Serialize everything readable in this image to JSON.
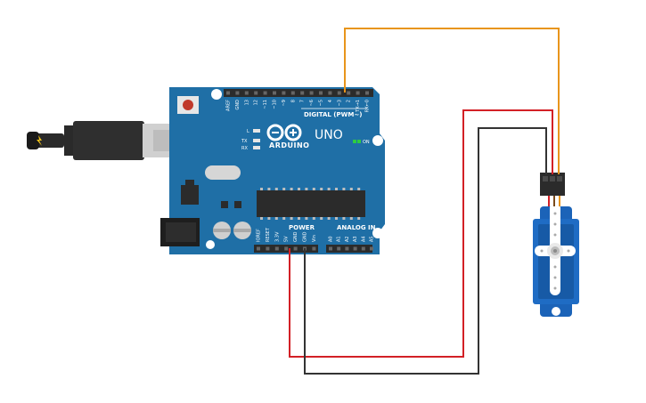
{
  "board": {
    "brand": "ARDUINO",
    "model": "UNO",
    "on_label": "ON",
    "led_l": "L",
    "led_tx": "TX",
    "led_rx": "RX",
    "digital_header": "DIGITAL (PWM~)",
    "power_header": "POWER",
    "analog_header": "ANALOG IN",
    "digital_pins": [
      "AREF",
      "GND",
      "13",
      "12",
      "~11",
      "~10",
      "~9",
      "8",
      "7",
      "~6",
      "~5",
      "4",
      "~3",
      "2",
      "TX→1",
      "RX←0"
    ],
    "power_pins": [
      "IOREF",
      "RESET",
      "3.3V",
      "5V",
      "GND",
      "GND",
      "Vin"
    ],
    "analog_pins": [
      "A0",
      "A1",
      "A2",
      "A3",
      "A4",
      "A5"
    ],
    "board_color": "#1f6fa6"
  },
  "servo": {
    "body_color": "#1b63b8",
    "horn_color": "#ffffff"
  },
  "wires": {
    "signal_color": "#e8951c",
    "power_color": "#d32026",
    "ground_color": "#333333"
  }
}
